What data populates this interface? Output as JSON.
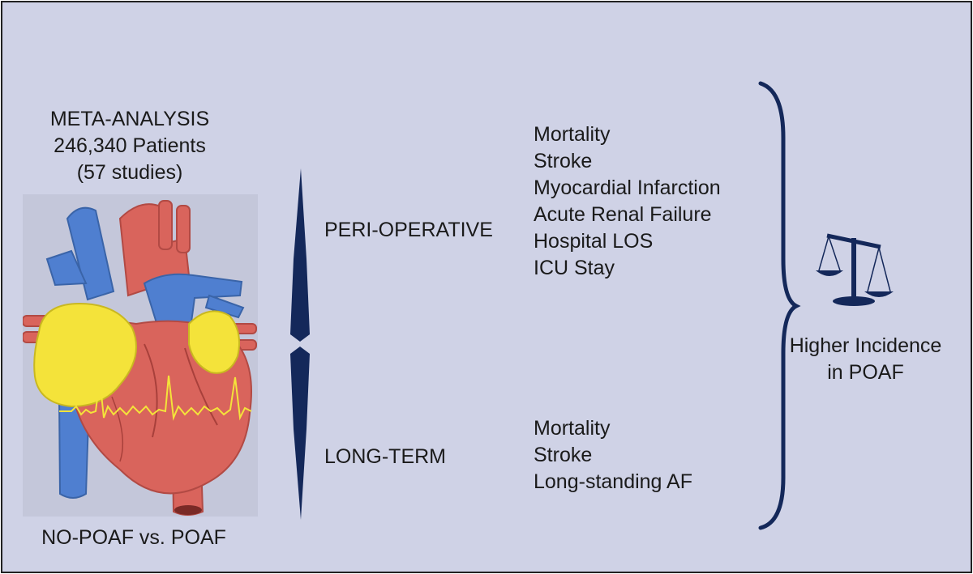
{
  "header": {
    "line1": "META-ANALYSIS",
    "line2": "246,340 Patients",
    "line3": "(57 studies)"
  },
  "comparison": "NO-POAF vs. POAF",
  "periods": {
    "peri": "PERI-OPERATIVE",
    "long": "LONG-TERM"
  },
  "peri_outcomes": [
    "Mortality",
    "Stroke",
    "Myocardial Infarction",
    "Acute Renal Failure",
    "Hospital LOS",
    "ICU Stay"
  ],
  "long_outcomes": [
    "Mortality",
    "Stroke",
    "Long-standing AF"
  ],
  "conclusion": {
    "line1": "Higher Incidence",
    "line2": "in POAF"
  },
  "colors": {
    "background": "#cfd2e6",
    "navy": "#14285a",
    "heart_red": "#d9645c",
    "vessel_blue": "#4f7fd0",
    "atrium_yellow": "#f4e33a"
  },
  "icons": {
    "heart": "heart-illustration",
    "scale": "balance-scale-icon",
    "divider": "pointed-divider",
    "brace": "right-curly-brace"
  }
}
